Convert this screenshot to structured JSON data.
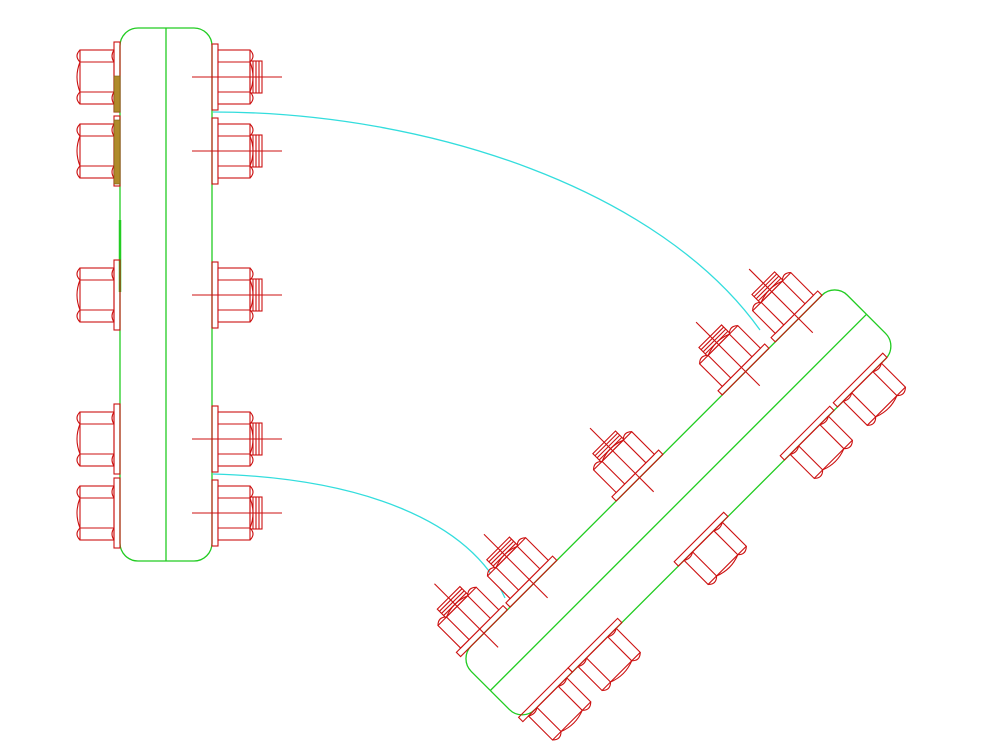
{
  "drawing": {
    "type": "cad-flange-elbow",
    "colors": {
      "background": "#ffffff",
      "flange_outline": "#22cc22",
      "pipe_arc": "#33dddd",
      "bolts": "#cc1111",
      "gasket": "#b08a2a"
    },
    "flanges": [
      {
        "id": "vertical-flange",
        "bolt_count": 5
      },
      {
        "id": "angled-flange",
        "bolt_count": 5
      }
    ],
    "labels": []
  }
}
